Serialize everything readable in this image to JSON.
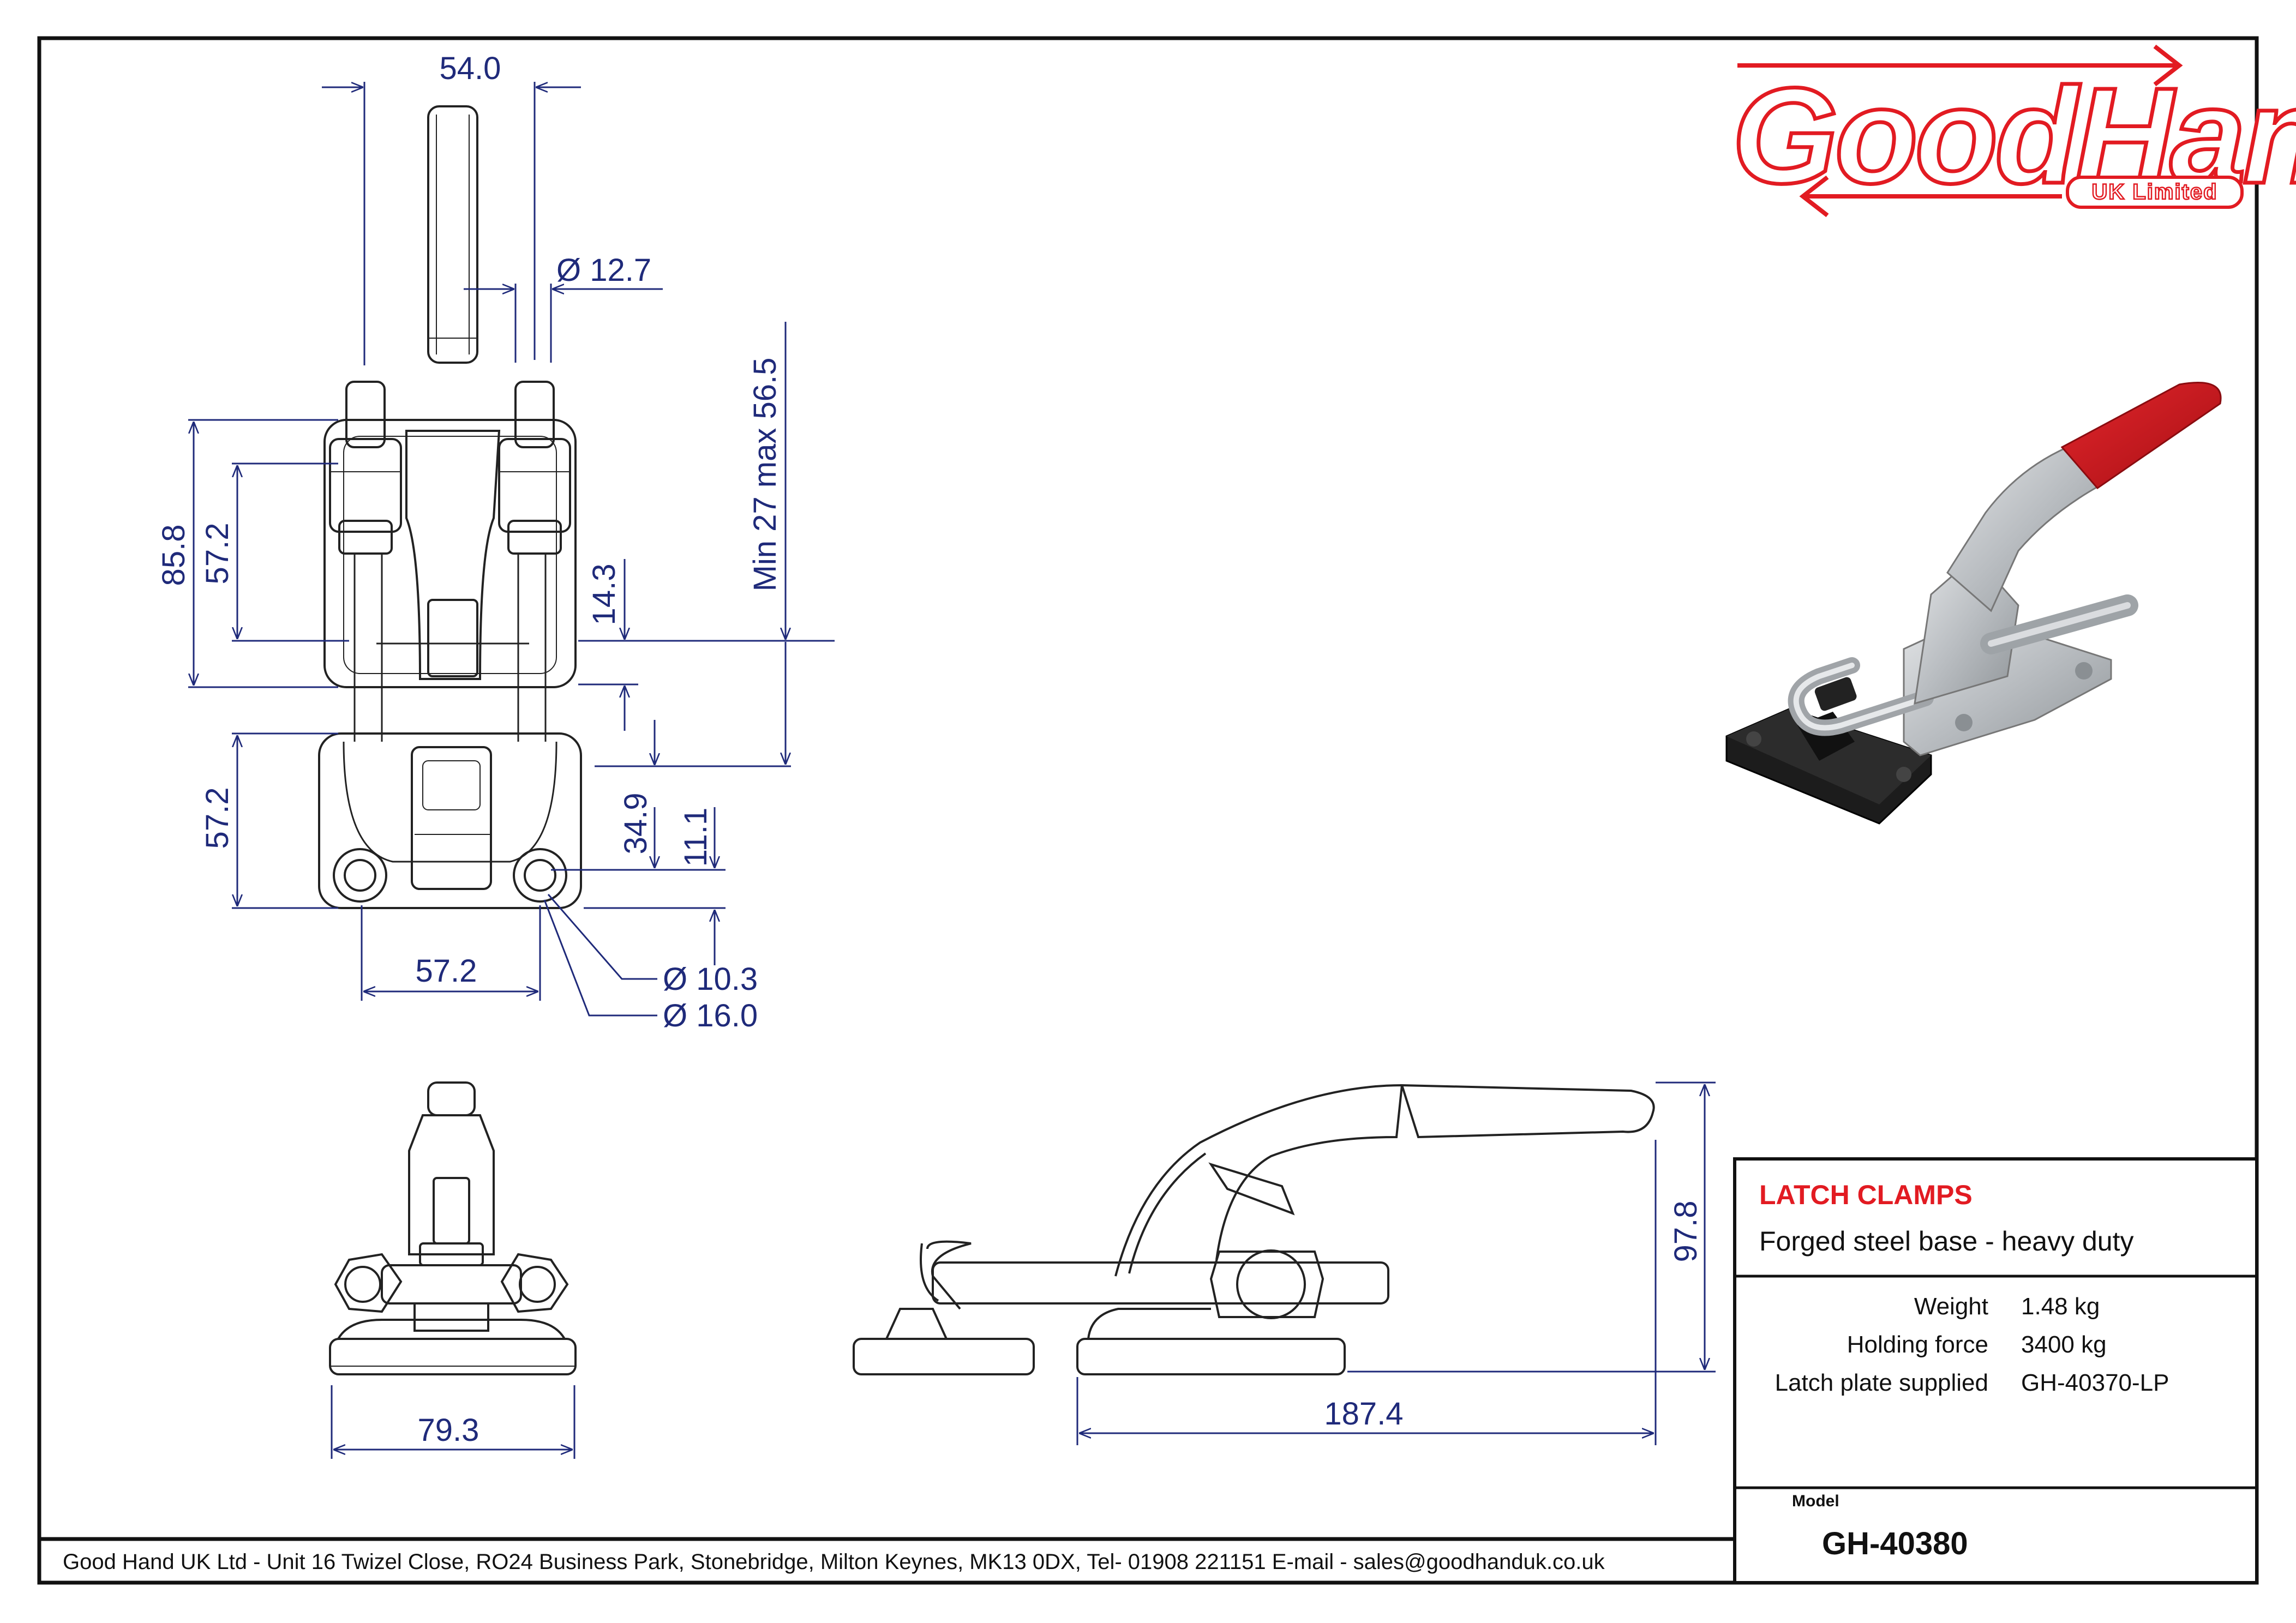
{
  "logo": {
    "wordmark": "GoodHand",
    "subtitle": "UK Limited",
    "color": "#e21b22"
  },
  "dimensions": {
    "top_width": "54.0",
    "rod_dia": "Ø 12.7",
    "base_height": "85.8",
    "hole_spacing_upper": "57.2",
    "min_max": "Min 27 max 56.5",
    "offset": "14.3",
    "plate_height": "57.2",
    "plate_offset": "34.9",
    "plate_hole": "11.1",
    "plate_width": "57.2",
    "hole_dia_inner": "Ø 10.3",
    "hole_dia_outer": "Ø 16.0",
    "front_width": "79.3",
    "side_length": "187.4",
    "side_height": "97.8"
  },
  "title_block": {
    "category": "LATCH CLAMPS",
    "description": "Forged steel base - heavy duty",
    "specs": [
      {
        "label": "Weight",
        "value": "1.48 kg"
      },
      {
        "label": "Holding force",
        "value": "3400 kg"
      },
      {
        "label": "Latch plate supplied",
        "value": "GH-40370-LP"
      }
    ],
    "model_label": "Model",
    "model_value": "GH-40380"
  },
  "footer": {
    "address": "Good Hand UK Ltd  - Unit 16 Twizel Close, RO24 Business Park, Stonebridge, Milton Keynes, MK13 0DX,  Tel- 01908 221151  E-mail - sales@goodhanduk.co.uk"
  },
  "colors": {
    "dimension": "#1f2a7a",
    "outline": "#222222",
    "brand": "#e21b22",
    "handle_red": "#c8141b",
    "body_grey": "#b8bcc0",
    "plate_black": "#1c1c1c"
  }
}
